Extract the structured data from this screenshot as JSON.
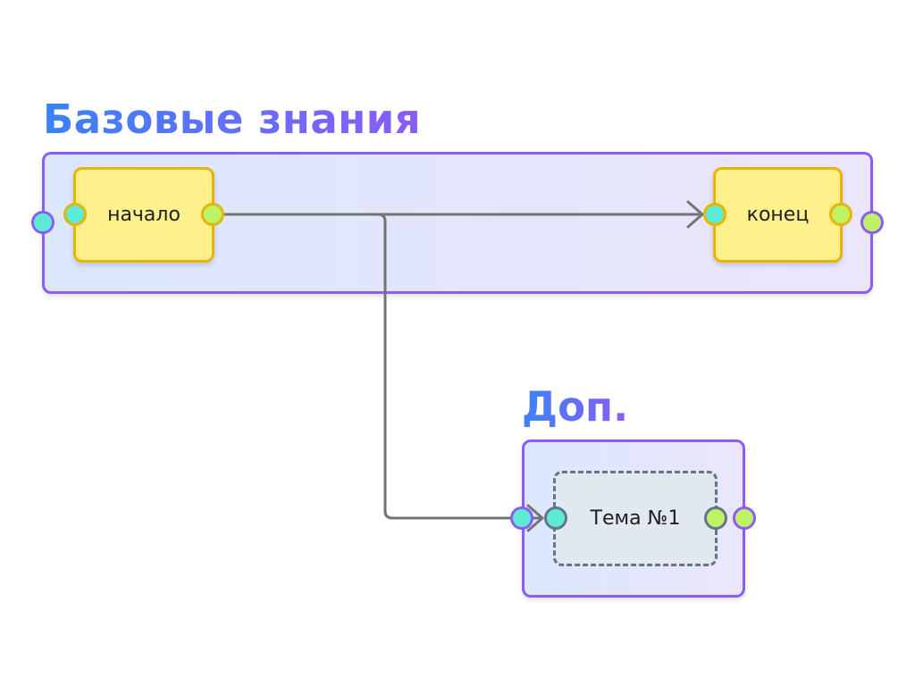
{
  "groups": {
    "base": {
      "title": "Базовые знания"
    },
    "extra": {
      "title": "Доп."
    }
  },
  "nodes": {
    "start": {
      "label": "начало"
    },
    "end": {
      "label": "конец"
    },
    "topic": {
      "label": "Тема №1"
    }
  },
  "colors": {
    "title_gradient_start": "#3b82f6",
    "title_gradient_end": "#8b5cf6",
    "group_border": "#8b5cf6",
    "group_fill": "#e3e7fd",
    "node_fill": "#fef08a",
    "node_border": "#eab308",
    "topic_fill": "#e2e8f0",
    "topic_border": "#64748b",
    "input_port": "#5eead4",
    "output_port": "#bef264",
    "edge": "#737373"
  },
  "edges": [
    {
      "from": "start",
      "to": "end"
    },
    {
      "from": "start",
      "to": "topic"
    }
  ]
}
